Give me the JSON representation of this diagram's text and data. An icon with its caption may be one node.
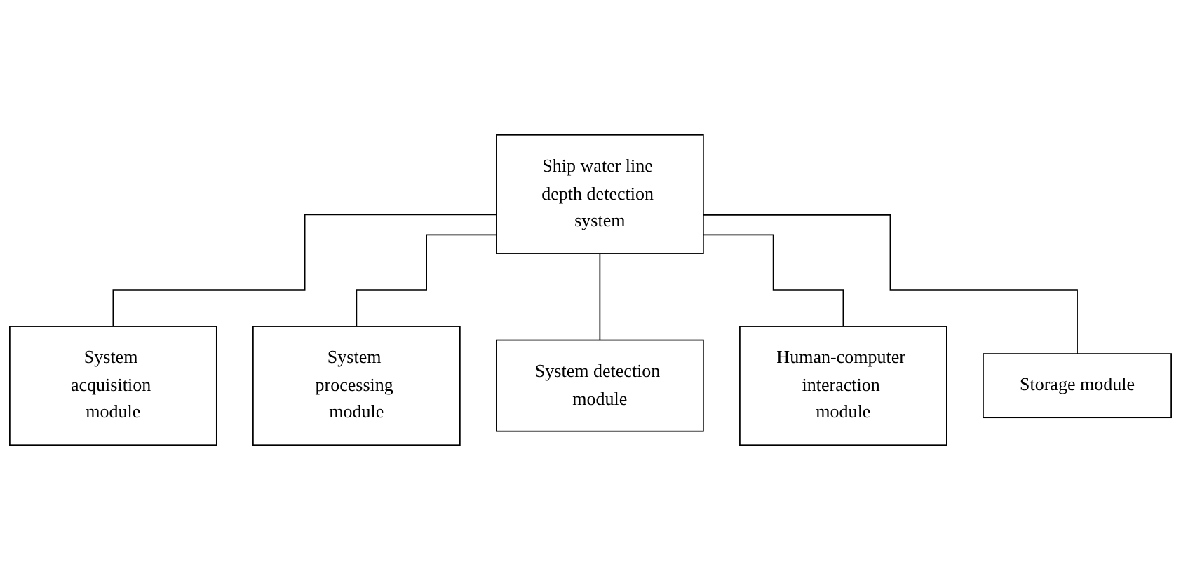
{
  "diagram": {
    "nodes": [
      {
        "text": [
          "Ship water line depth detection system"
        ]
      },
      {
        "text": [
          "System acquisition module"
        ]
      },
      {
        "text": [
          "System processing module"
        ]
      },
      {
        "text": [
          "System detection module"
        ]
      },
      {
        "text": [
          "Human-computer interaction module"
        ]
      },
      {
        "text": [
          "Storage module"
        ]
      }
    ],
    "edges": [
      {
        "from": 0,
        "to": 1,
        "arrow": "none"
      },
      {
        "from": 0,
        "to": 2,
        "arrow": "none"
      },
      {
        "from": 0,
        "to": 3,
        "arrow": "none"
      },
      {
        "from": 0,
        "to": 4,
        "arrow": "none"
      },
      {
        "from": 0,
        "to": 5,
        "arrow": "none"
      }
    ]
  }
}
